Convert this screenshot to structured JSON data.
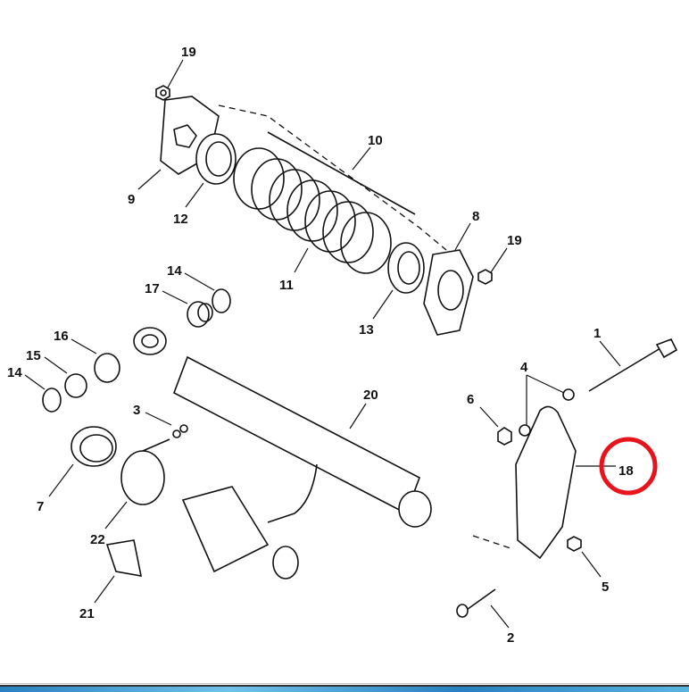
{
  "diagram": {
    "callouts": {
      "c19a": "19",
      "c10": "10",
      "c9": "9",
      "c12": "12",
      "c8": "8",
      "c19b": "19",
      "c11": "11",
      "c13": "13",
      "c14a": "14",
      "c17": "17",
      "c16": "16",
      "c15": "15",
      "c14b": "14",
      "c3": "3",
      "c20": "20",
      "c1": "1",
      "c4": "4",
      "c6": "6",
      "c18": "18",
      "c7": "7",
      "c22": "22",
      "c5": "5",
      "c21": "21",
      "c2": "2"
    },
    "highlight": {
      "callout": "18",
      "color": "#e8141b"
    }
  }
}
